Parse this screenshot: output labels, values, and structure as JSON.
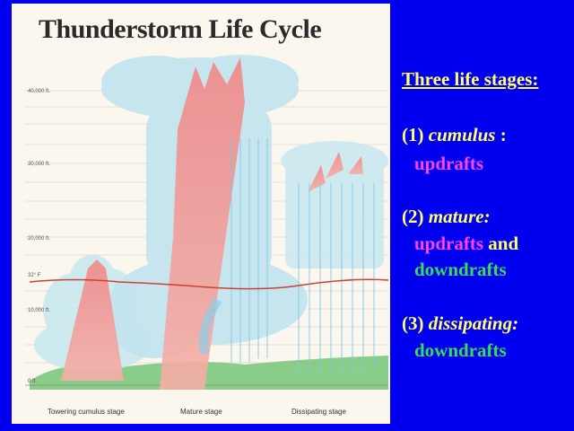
{
  "title": "Thunderstorm Life Cycle",
  "altitudes": [
    "40,000 ft.",
    "30,000 ft.",
    "20,000 ft.",
    "32° F",
    "10,000 ft.",
    "0 ft."
  ],
  "stages": [
    "Towering cumulus stage",
    "Mature stage",
    "Dissipating stage"
  ],
  "panel": {
    "heading": "Three life stages:",
    "s1_num": "(1)",
    "s1_name": "cumulus",
    "s1_colon": ":",
    "s1_detail": "updrafts",
    "s2_num": "(2)",
    "s2_name": "mature:",
    "s2_up": "updrafts",
    "s2_and": "and",
    "s2_down": "downdrafts",
    "s3_num": "(3)",
    "s3_name": "dissipating:",
    "s3_down": "downdrafts"
  },
  "colors": {
    "background": "#0000ee",
    "heading": "#ffff66",
    "updraft": "#ff44ff",
    "downdraft": "#33dd55",
    "freezing_line": "#d04030"
  }
}
